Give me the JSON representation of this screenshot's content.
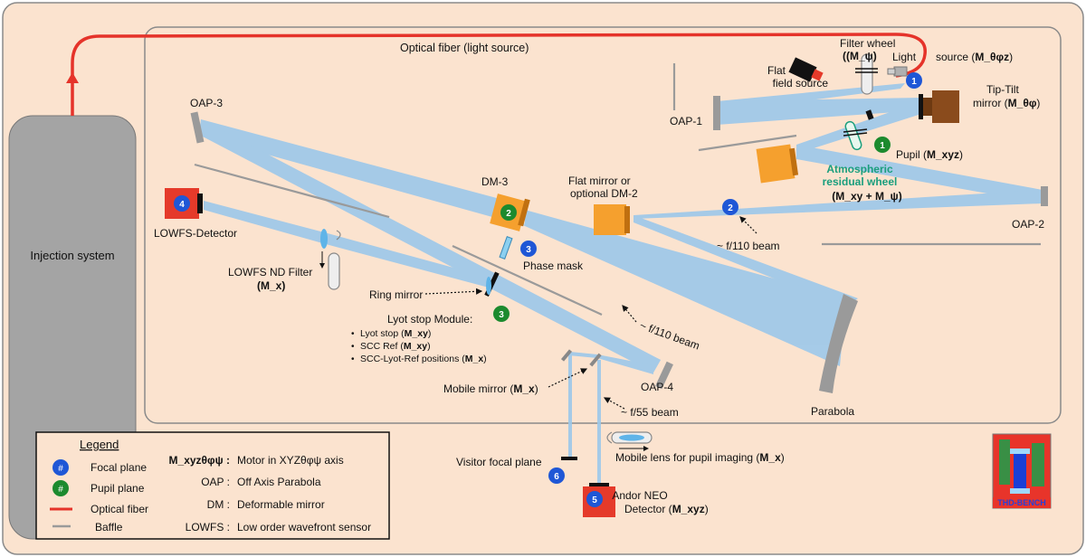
{
  "colors": {
    "background": "#fbe3cf",
    "beam": "#9cc8ea",
    "fiber": "#e5332a",
    "focal_badge": "#1f57d6",
    "pupil_badge": "#1c8a2e",
    "dm_orange": "#f5a02e",
    "tiptilt_brown": "#8a4b1c",
    "detector_red": "#e53a2a",
    "mirror_gray": "#9a9a9a",
    "residual_wheel": "#1a9e7d"
  },
  "labels": {
    "optical_fiber": "Optical fiber (light source)",
    "injection": "Injection system",
    "filter_wheel": "Filter wheel",
    "filter_wheel_motor": "(M_ψ)",
    "flat_field_1": "Flat",
    "flat_field_2": "field source",
    "light": "Light",
    "source": "source (",
    "source_motor": "M_θφz",
    "source_close": ")",
    "tiptilt_1": "Tip-Tilt",
    "tiptilt_2": "mirror (",
    "tiptilt_motor": "M_θφ",
    "tiptilt_close": ")",
    "oap1": "OAP-1",
    "oap2": "OAP-2",
    "oap3": "OAP-3",
    "oap4": "OAP-4",
    "pupil": "Pupil (",
    "pupil_motor": "M_xyz",
    "pupil_close": ")",
    "residual_1": "Atmospheric",
    "residual_2": "residual wheel",
    "residual_motor": "(M_xy + M_ψ)",
    "dm3": "DM-3",
    "flat_mirror_1": "Flat mirror or",
    "flat_mirror_2": "optional DM-2",
    "f110_right": "~ f/110 beam",
    "f110_mid": "~ f/110 beam",
    "f55": "~ f/55 beam",
    "phase_mask": "Phase mask",
    "lowfs_detector": "LOWFS-Detector",
    "nd_filter": "LOWFS ND Filter",
    "nd_filter_motor": "(M_x)",
    "ring_mirror": "Ring mirror",
    "lyot_title": "Lyot stop Module:",
    "lyot_item1": "Lyot stop (",
    "lyot_item1_motor": "M_xy",
    "lyot_item2": "SCC Ref (",
    "lyot_item2_motor": "M_xy",
    "lyot_item3": "SCC-Lyot-Ref positions (",
    "lyot_item3_motor": "M_x",
    "paren_close": ")",
    "mobile_mirror": "Mobile mirror (",
    "mobile_mirror_motor": "M_x",
    "parabola": "Parabola",
    "visitor": "Visitor focal plane",
    "mobile_lens": "Mobile lens for pupil imaging (",
    "mobile_lens_motor": "M_x",
    "andor_1": "Andor NEO",
    "andor_2": "Detector (",
    "andor_motor": "M_xyz",
    "thd_bench": "THD-BENCH"
  },
  "badges": {
    "focal": [
      "1",
      "2",
      "3",
      "4",
      "5",
      "6"
    ],
    "pupil": [
      "1",
      "2",
      "3"
    ]
  },
  "legend": {
    "title": "Legend",
    "focal_symbol": "#",
    "focal": "Focal plane",
    "pupil_symbol": "#",
    "pupil": "Pupil plane",
    "fiber": "Optical fiber",
    "baffle": "Baffle",
    "motor_key": "M_xyzθφψ :",
    "motor_val": "Motor in XYZθφψ axis",
    "oap_key": "OAP :",
    "oap_val": "Off Axis Parabola",
    "dm_key": "DM :",
    "dm_val": "Deformable mirror",
    "lowfs_key": "LOWFS :",
    "lowfs_val": "Low order wavefront sensor"
  }
}
